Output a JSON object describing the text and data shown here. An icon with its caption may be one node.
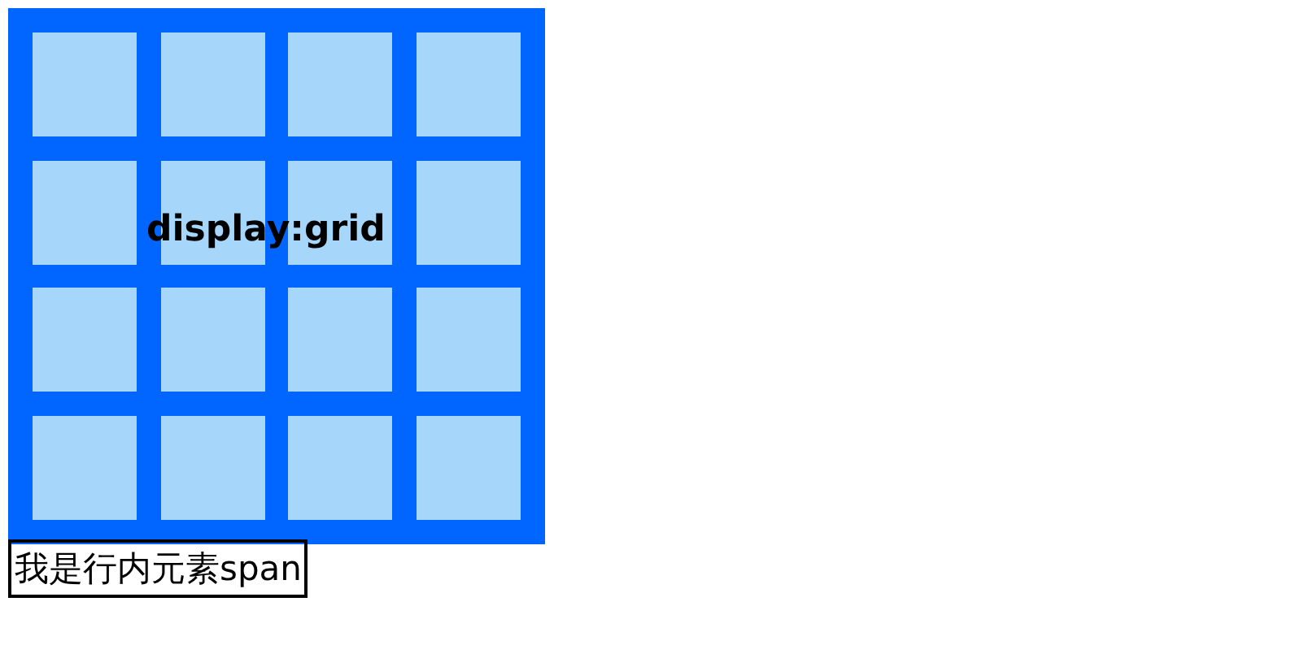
{
  "diagram": {
    "nodes": [
      {
        "text": [
          "display:grid"
        ]
      },
      {
        "text": [],
        "shape": "box",
        "in": 0
      },
      {
        "text": [],
        "shape": "box",
        "in": 0
      },
      {
        "text": [],
        "shape": "box",
        "in": 0
      },
      {
        "text": [],
        "shape": "box",
        "in": 0
      },
      {
        "text": [],
        "shape": "box",
        "in": 0
      },
      {
        "text": [],
        "shape": "box",
        "in": 0
      },
      {
        "text": [],
        "shape": "box",
        "in": 0
      },
      {
        "text": [],
        "shape": "box",
        "in": 0
      },
      {
        "text": [],
        "shape": "box",
        "in": 0
      },
      {
        "text": [],
        "shape": "box",
        "in": 0
      },
      {
        "text": [],
        "shape": "box",
        "in": 0
      },
      {
        "text": [],
        "shape": "box",
        "in": 0
      },
      {
        "text": [],
        "shape": "box",
        "in": 0
      },
      {
        "text": [],
        "shape": "box",
        "in": 0
      },
      {
        "text": [],
        "shape": "box",
        "in": 0
      },
      {
        "text": [],
        "shape": "box",
        "in": 0
      },
      {
        "text": [
          "我是行内元素span"
        ]
      }
    ]
  }
}
